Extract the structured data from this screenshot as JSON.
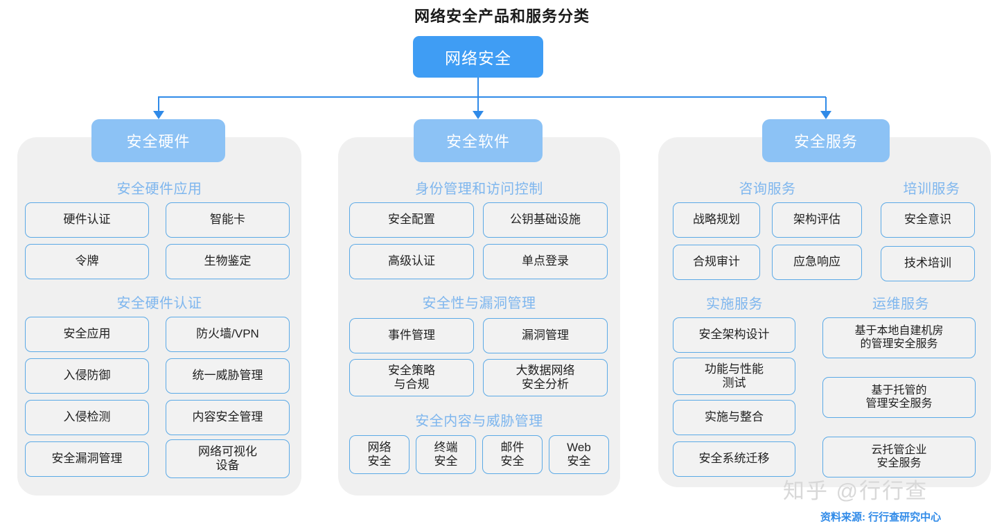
{
  "title": "网络安全产品和服务分类",
  "root": {
    "label": "网络安全"
  },
  "colors": {
    "root_fill": "#3f9df4",
    "category_fill": "#8cc2f5",
    "group_title": "#7eb6ee",
    "leaf_border": "#5aa9e6",
    "leaf_fill": "#f2f2f2",
    "panel_fill": "#f0f0f0",
    "connector": "#2f8ae8",
    "source_text": "#2f8ae8"
  },
  "columns": [
    {
      "category": "安全硬件",
      "groups": [
        {
          "title": "安全硬件应用",
          "items": [
            "硬件认证",
            "智能卡",
            "令牌",
            "生物鉴定"
          ]
        },
        {
          "title": "安全硬件认证",
          "items": [
            "安全应用",
            "防火墙/VPN",
            "入侵防御",
            "统一威胁管理",
            "入侵检测",
            "内容安全管理",
            "安全漏洞管理",
            "网络可视化\n设备"
          ]
        }
      ]
    },
    {
      "category": "安全软件",
      "groups": [
        {
          "title": "身份管理和访问控制",
          "items": [
            "安全配置",
            "公钥基础设施",
            "高级认证",
            "单点登录"
          ]
        },
        {
          "title": "安全性与漏洞管理",
          "items": [
            "事件管理",
            "漏洞管理",
            "安全策略\n与合规",
            "大数据网络\n安全分析"
          ]
        },
        {
          "title": "安全内容与威胁管理",
          "items": [
            "网络\n安全",
            "终端\n安全",
            "邮件\n安全",
            "Web\n安全"
          ]
        }
      ]
    },
    {
      "category": "安全服务",
      "groups": [
        {
          "title": "咨询服务",
          "items": [
            "战略规划",
            "架构评估",
            "合规审计",
            "应急响应"
          ]
        },
        {
          "title": "培训服务",
          "items": [
            "安全意识",
            "技术培训"
          ]
        },
        {
          "title": "实施服务",
          "items": [
            "安全架构设计",
            "功能与性能\n测试",
            "实施与整合",
            "安全系统迁移"
          ]
        },
        {
          "title": "运维服务",
          "items": [
            "基于本地自建机房\n的管理安全服务",
            "基于托管的\n管理安全服务",
            "云托管企业\n安全服务"
          ]
        }
      ]
    }
  ],
  "watermark": "知乎 @行行查",
  "source": "资料来源: 行行查研究中心"
}
